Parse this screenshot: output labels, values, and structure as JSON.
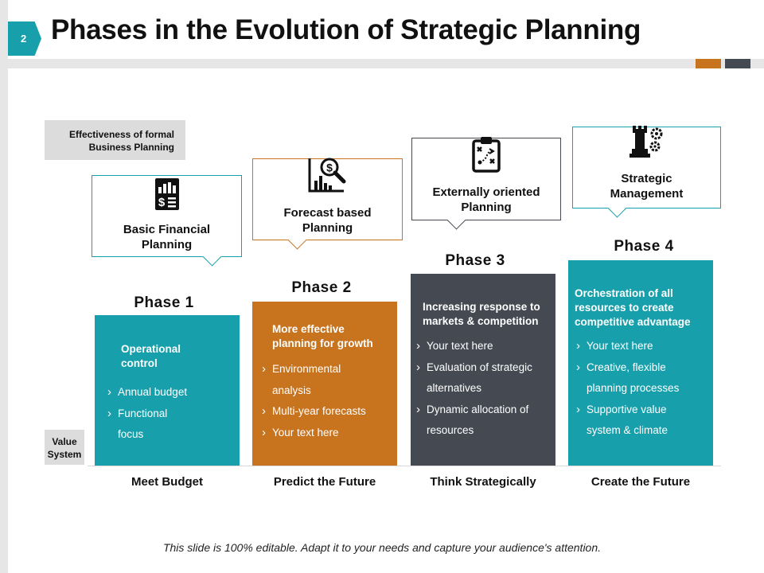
{
  "slide": {
    "number": "2",
    "title": "Phases in the Evolution of Strategic Planning",
    "footer": "This slide is 100% editable. Adapt it to your needs and capture your audience's attention."
  },
  "axis": {
    "effectiveness": [
      "Effectiveness of formal",
      "Business Planning"
    ],
    "value_system": [
      "Value",
      "System"
    ]
  },
  "colors": {
    "teal": "#17a0ab",
    "orange": "#c8731e",
    "dark": "#454a52"
  },
  "phases": [
    {
      "label": "Phase 1",
      "icon": "financial-report-icon",
      "callout": [
        "Basic Financial",
        "Planning"
      ],
      "heading": [
        "Operational",
        "control"
      ],
      "bullets": [
        [
          "Annual budget"
        ],
        [
          "Functional",
          "focus"
        ]
      ],
      "outcome": "Meet Budget"
    },
    {
      "label": "Phase 2",
      "icon": "forecast-chart-icon",
      "callout": [
        "Forecast based",
        "Planning"
      ],
      "heading": [
        "More effective",
        "planning for growth"
      ],
      "bullets": [
        [
          "Environmental",
          "analysis"
        ],
        [
          "Multi-year forecasts"
        ],
        [
          "Your text here"
        ]
      ],
      "outcome": "Predict the Future"
    },
    {
      "label": "Phase 3",
      "icon": "clipboard-strategy-icon",
      "callout": [
        "Externally oriented",
        "Planning"
      ],
      "heading": [
        "Increasing response to",
        "markets & competition"
      ],
      "bullets": [
        [
          "Your text here"
        ],
        [
          "Evaluation of strategic",
          "alternatives"
        ],
        [
          "Dynamic allocation of",
          "resources"
        ]
      ],
      "outcome": "Think Strategically"
    },
    {
      "label": "Phase 4",
      "icon": "chess-gears-icon",
      "callout": [
        "Strategic",
        "Management"
      ],
      "heading": [
        "Orchestration of all",
        "resources to create",
        "competitive advantage"
      ],
      "bullets": [
        [
          "Your text here"
        ],
        [
          "Creative, flexible",
          "planning processes"
        ],
        [
          "Supportive value",
          "system & climate"
        ]
      ],
      "outcome": "Create the Future"
    }
  ]
}
